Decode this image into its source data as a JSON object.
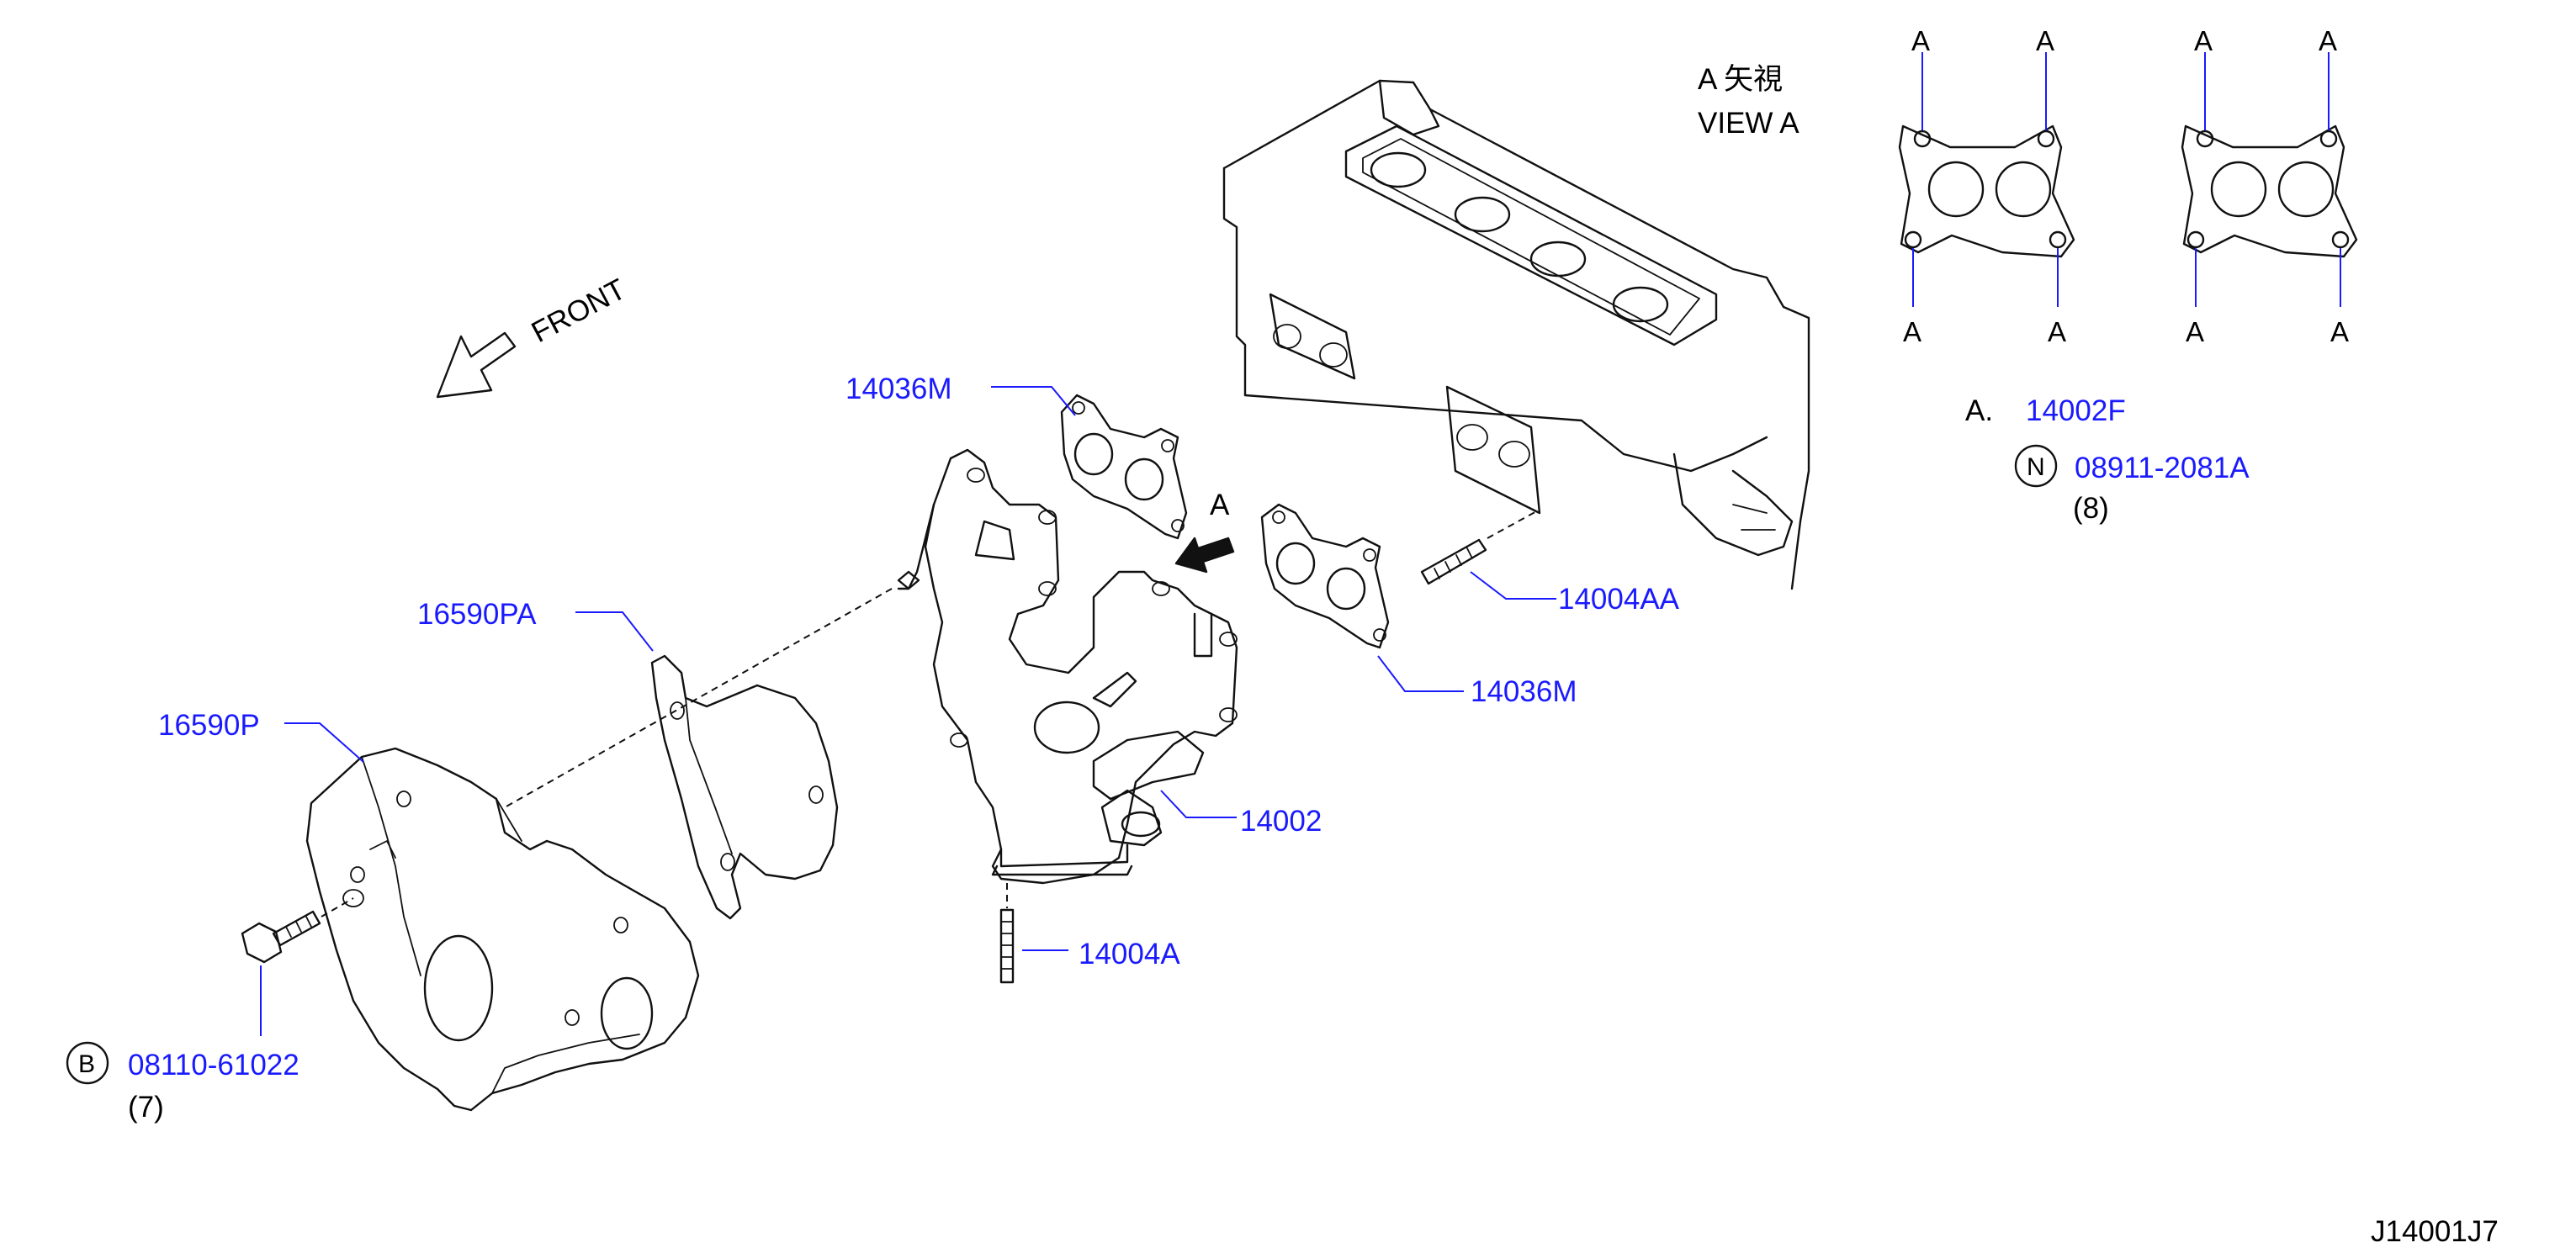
{
  "front_label": "FRONT",
  "view_a": {
    "title_jp": "A 矢視",
    "title_en": "VIEW A",
    "arrow_letter": "A",
    "marker_letter": "A"
  },
  "view_a_note": {
    "prefix": "A.",
    "part": "14002F",
    "callout_letter": "N",
    "callout_part": "08911-2081A",
    "callout_qty": "(8)"
  },
  "parts": {
    "gasket_upper": "14036M",
    "gasket_lower": "14036M",
    "stud_upper": "14004AA",
    "manifold": "14002",
    "stud_lower": "14004A",
    "heat_shield_inner": "16590PA",
    "heat_shield_outer": "16590P"
  },
  "bolt_callout": {
    "letter": "B",
    "part": "08110-61022",
    "qty": "(7)"
  },
  "diagram_id": "J14001J7"
}
